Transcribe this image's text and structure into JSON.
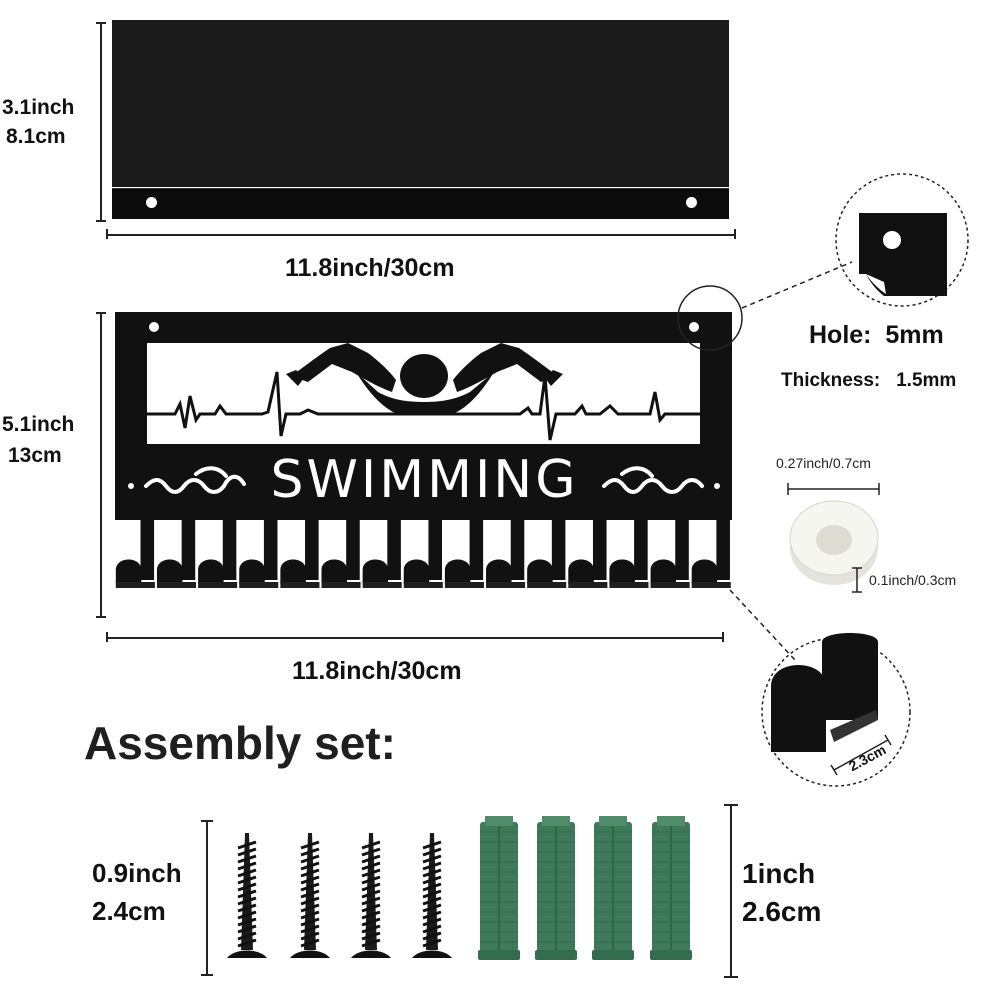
{
  "shelf": {
    "height_in": "3.1inch",
    "height_cm": "8.1cm",
    "width_label": "11.8inch/30cm"
  },
  "hanger": {
    "title": "SWIMMING",
    "height_in": "5.1inch",
    "height_cm": "13cm",
    "width_label": "11.8inch/30cm",
    "hook_count": 15
  },
  "hole_detail": {
    "hole_label": "Hole:  5mm",
    "thickness_label": "Thickness:   1.5mm"
  },
  "spacer": {
    "diameter_label": "0.27inch/0.7cm",
    "thickness_label": "0.1inch/0.3cm"
  },
  "hook_detail": {
    "depth_label": "2.3cm"
  },
  "assembly": {
    "heading": "Assembly set:",
    "screw_length_in": "0.9inch",
    "screw_length_cm": "2.4cm",
    "anchor_length_in": "1inch",
    "anchor_length_cm": "2.6cm",
    "screw_count": 4,
    "anchor_count": 4
  },
  "colors": {
    "metal": "#111111",
    "anchor": "#3e7a5a",
    "spacer": "#f1f1ec"
  }
}
